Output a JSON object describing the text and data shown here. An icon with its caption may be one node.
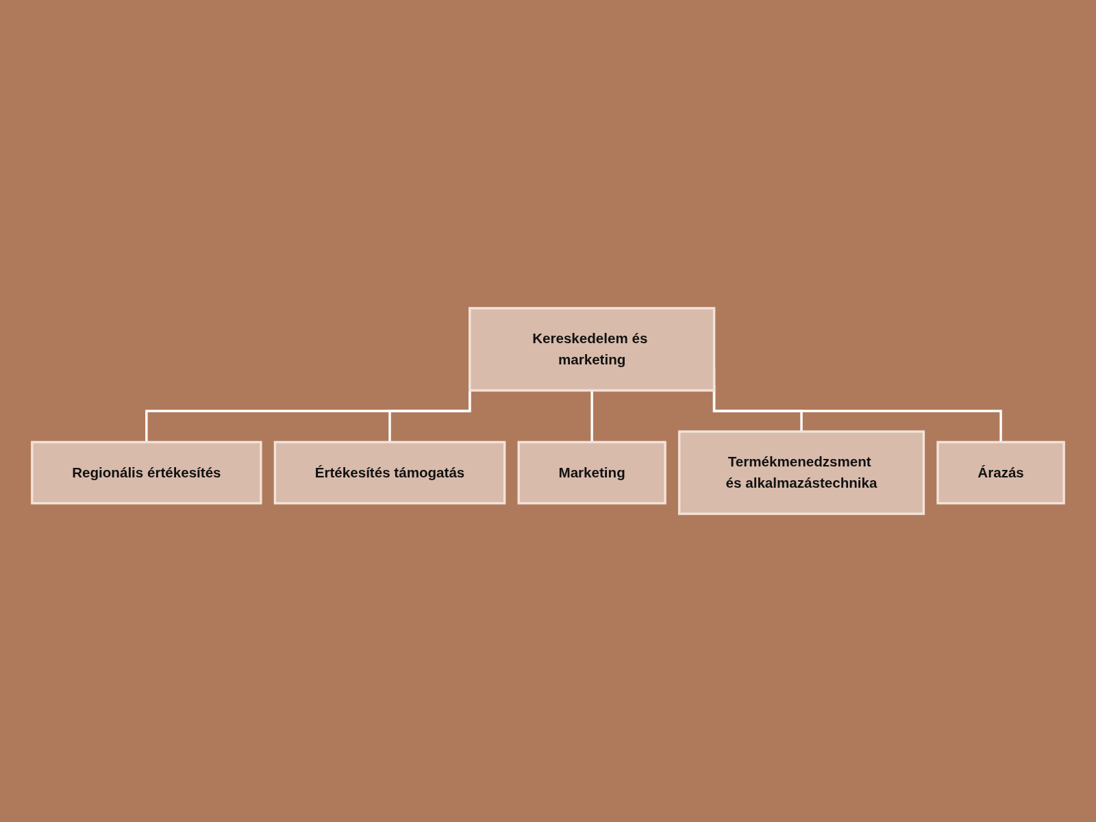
{
  "diagram": {
    "nodes": [
      {
        "text": [
          "Kereskedelem és marketing"
        ]
      },
      {
        "text": [
          "Regionális értékesítés"
        ]
      },
      {
        "text": [
          "Értékesítés támogatás"
        ]
      },
      {
        "text": [
          "Marketing"
        ]
      },
      {
        "text": [
          "Termékmenedzsment és alkalmazástechnika"
        ]
      },
      {
        "text": [
          "Árazás"
        ]
      }
    ],
    "edges": [
      {
        "from": 0,
        "to": 1,
        "arrow": "none"
      },
      {
        "from": 0,
        "to": 2,
        "arrow": "none"
      },
      {
        "from": 0,
        "to": 3,
        "arrow": "none"
      },
      {
        "from": 0,
        "to": 4,
        "arrow": "none"
      },
      {
        "from": 0,
        "to": 5,
        "arrow": "none"
      }
    ]
  }
}
